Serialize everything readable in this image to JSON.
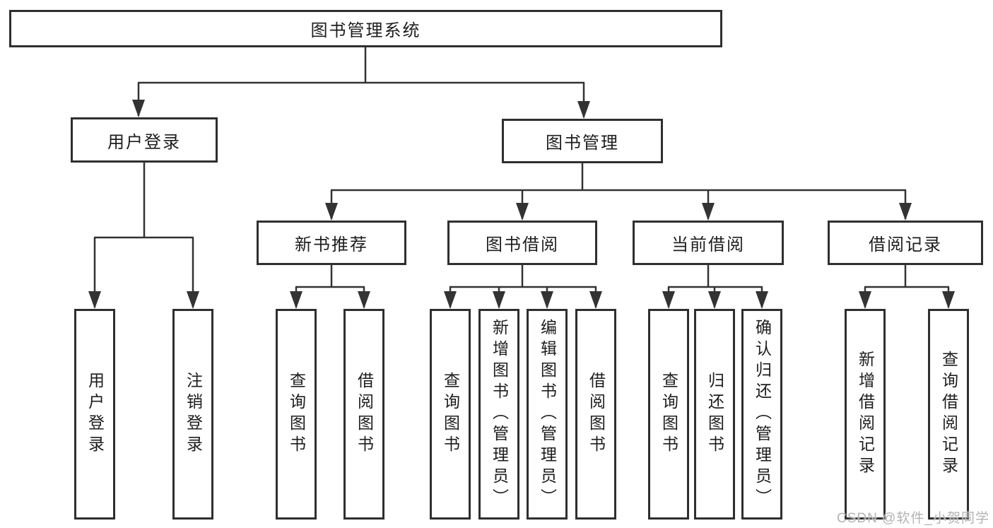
{
  "diagram": {
    "type": "functional-structure-tree",
    "root": {
      "label": "图书管理系统"
    },
    "level2": [
      {
        "id": "user-login",
        "label": "用户登录",
        "parent": "图书管理系统"
      },
      {
        "id": "book-management",
        "label": "图书管理",
        "parent": "图书管理系统"
      }
    ],
    "level3": [
      {
        "id": "new-book-recommend",
        "label": "新书推荐",
        "parent": "图书管理"
      },
      {
        "id": "book-borrowing",
        "label": "图书借阅",
        "parent": "图书管理"
      },
      {
        "id": "current-borrowing",
        "label": "当前借阅",
        "parent": "图书管理"
      },
      {
        "id": "borrow-records",
        "label": "借阅记录",
        "parent": "图书管理"
      }
    ],
    "leaves": [
      {
        "label": "用户登录",
        "parent": "用户登录"
      },
      {
        "label": "注销登录",
        "parent": "用户登录"
      },
      {
        "label": "查询图书",
        "parent": "新书推荐"
      },
      {
        "label": "借阅图书",
        "parent": "新书推荐"
      },
      {
        "label": "查询图书",
        "parent": "图书借阅"
      },
      {
        "label": "新增图书（管理员）",
        "parent": "图书借阅"
      },
      {
        "label": "编辑图书（管理员）",
        "parent": "图书借阅"
      },
      {
        "label": "借阅图书",
        "parent": "图书借阅"
      },
      {
        "label": "查询图书",
        "parent": "当前借阅"
      },
      {
        "label": "归还图书",
        "parent": "当前借阅"
      },
      {
        "label": "确认归还（管理员）",
        "parent": "当前借阅"
      },
      {
        "label": "新增借阅记录",
        "parent": "借阅记录"
      },
      {
        "label": "查询借阅记录",
        "parent": "借阅记录"
      }
    ],
    "colors": {
      "line": "#333333",
      "border": "#2f2f2f",
      "text": "#1d1d1d",
      "background": "#ffffff",
      "watermark": "#b3b3b3"
    }
  },
  "watermark": {
    "text": "CSDN @软件_小贺同学"
  }
}
